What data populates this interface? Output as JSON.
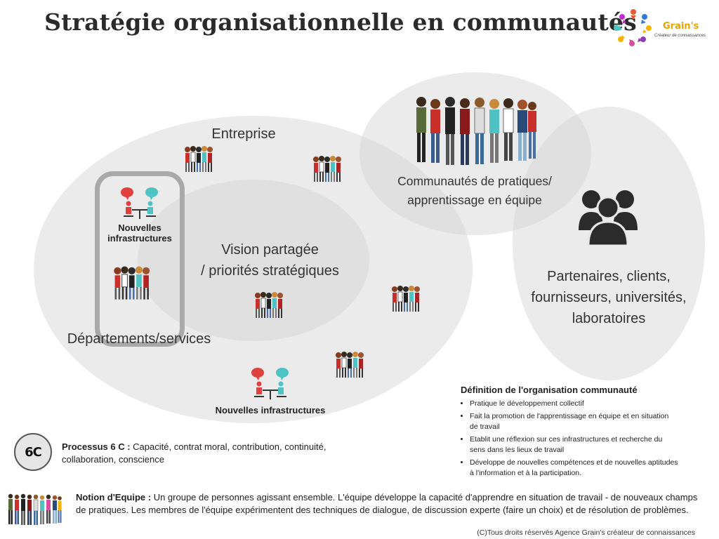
{
  "title": "Stratégie organisationnelle en communautés",
  "logo": {
    "name": "Grain's",
    "tagline": "Créateur de connaissances"
  },
  "labels": {
    "entreprise": "Entreprise",
    "vision_line1": "Vision partagée",
    "vision_line2": "/ priorités stratégiques",
    "departements": "Départements/services",
    "communautes_line1": "Communautés de pratiques/",
    "communautes_line2": "apprentissage en équipe",
    "partenaires_line1": "Partenaires, clients,",
    "partenaires_line2": "fournisseurs, universités,",
    "partenaires_line3": "laboratoires",
    "nouvelles_infra_box_line1": "Nouvelles",
    "nouvelles_infra_box_line2": "infrastructures",
    "nouvelles_infra_bottom": "Nouvelles infrastructures"
  },
  "definition": {
    "title": "Définition de l'organisation communauté",
    "items": [
      "Pratique le développement collectif",
      "Fait la promotion de l'apprentissage en équipe et en situation de travail",
      "Etablit une réflexion sur ces infrastructures et recherche du sens dans les lieux de travail",
      "Développe de nouvelles compétences et de nouvelles aptitudes à l'information et à la participation."
    ]
  },
  "process": {
    "badge": "6C",
    "label": "Processus  6 C :",
    "text": " Capacité, contrat moral, contribution, continuité, collaboration, conscience"
  },
  "team": {
    "label": "Notion d'Equipe :",
    "text": " Un groupe de personnes agissant ensemble. L'équipe développe la capacité d'apprendre en situation de travail - de nouveaux champs de pratiques. Les membres de l'équipe expérimentent des techniques de dialogue, de discussion experte (faire un choix) et de résolution de problèmes."
  },
  "copyright": "(C)Tous droits réservés Agence Grain's créateur de connaissances",
  "colors": {
    "ellipse": "#d2d2d2",
    "box_border": "#a9a9a9",
    "red": "#e0413f",
    "teal": "#4fc3c3",
    "dark": "#2b2b2b"
  }
}
